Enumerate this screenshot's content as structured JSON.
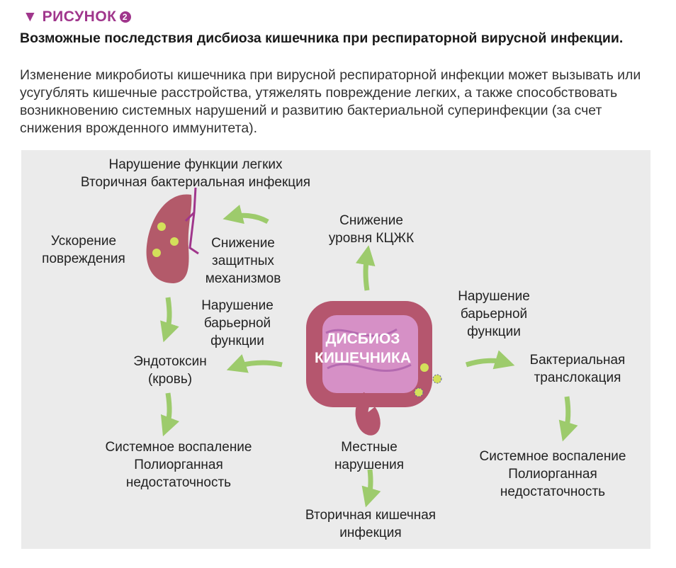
{
  "header": {
    "figure_label": "▼ РИСУНОК",
    "figure_number": "2",
    "title": "Возможные последствия дисбиоза кишечника при респираторной вирусной инфекции.",
    "description": "Изменение микробиоты кишечника при вирусной респираторной инфекции может вызывать или усугублять кишечные расстройства, утяжелять повреждение легких, а также способствовать возникновению системных нарушений и развитию бактериальной суперинфекции (за счет снижения врожденного иммунитета)."
  },
  "diagram": {
    "center": [
      "ДИСБИОЗ",
      "КИШЕЧНИКА"
    ],
    "lung_effects": [
      "Нарушение функции легких",
      "Вторичная бактериальная инфекция"
    ],
    "acceleration": [
      "Ускорение",
      "повреждения"
    ],
    "defense": [
      "Снижение",
      "защитных",
      "механизмов"
    ],
    "barrier_left": [
      "Нарушение",
      "барьерной",
      "функции"
    ],
    "endotoxin": [
      "Эндотоксин",
      "(кровь)"
    ],
    "systemic_left": [
      "Системное воспаление",
      "Полиорганная",
      "недостаточность"
    ],
    "scfa": [
      "Снижение",
      "уровня КЦЖК"
    ],
    "barrier_right": [
      "Нарушение",
      "барьерной",
      "функции"
    ],
    "translocation": [
      "Бактериальная",
      "транслокация"
    ],
    "systemic_right": [
      "Системное воспаление",
      "Полиорганная",
      "недостаточность"
    ],
    "local": [
      "Местные",
      "нарушения"
    ],
    "secondary_gut": [
      "Вторичная кишечная",
      "инфекция"
    ]
  },
  "colors": {
    "accent": "#a0368c",
    "arrow": "#9dcb6c",
    "organ": "#b5566e",
    "inner": "#d690c6",
    "virus": "#d3e05a",
    "panel": "#ebebeb"
  }
}
